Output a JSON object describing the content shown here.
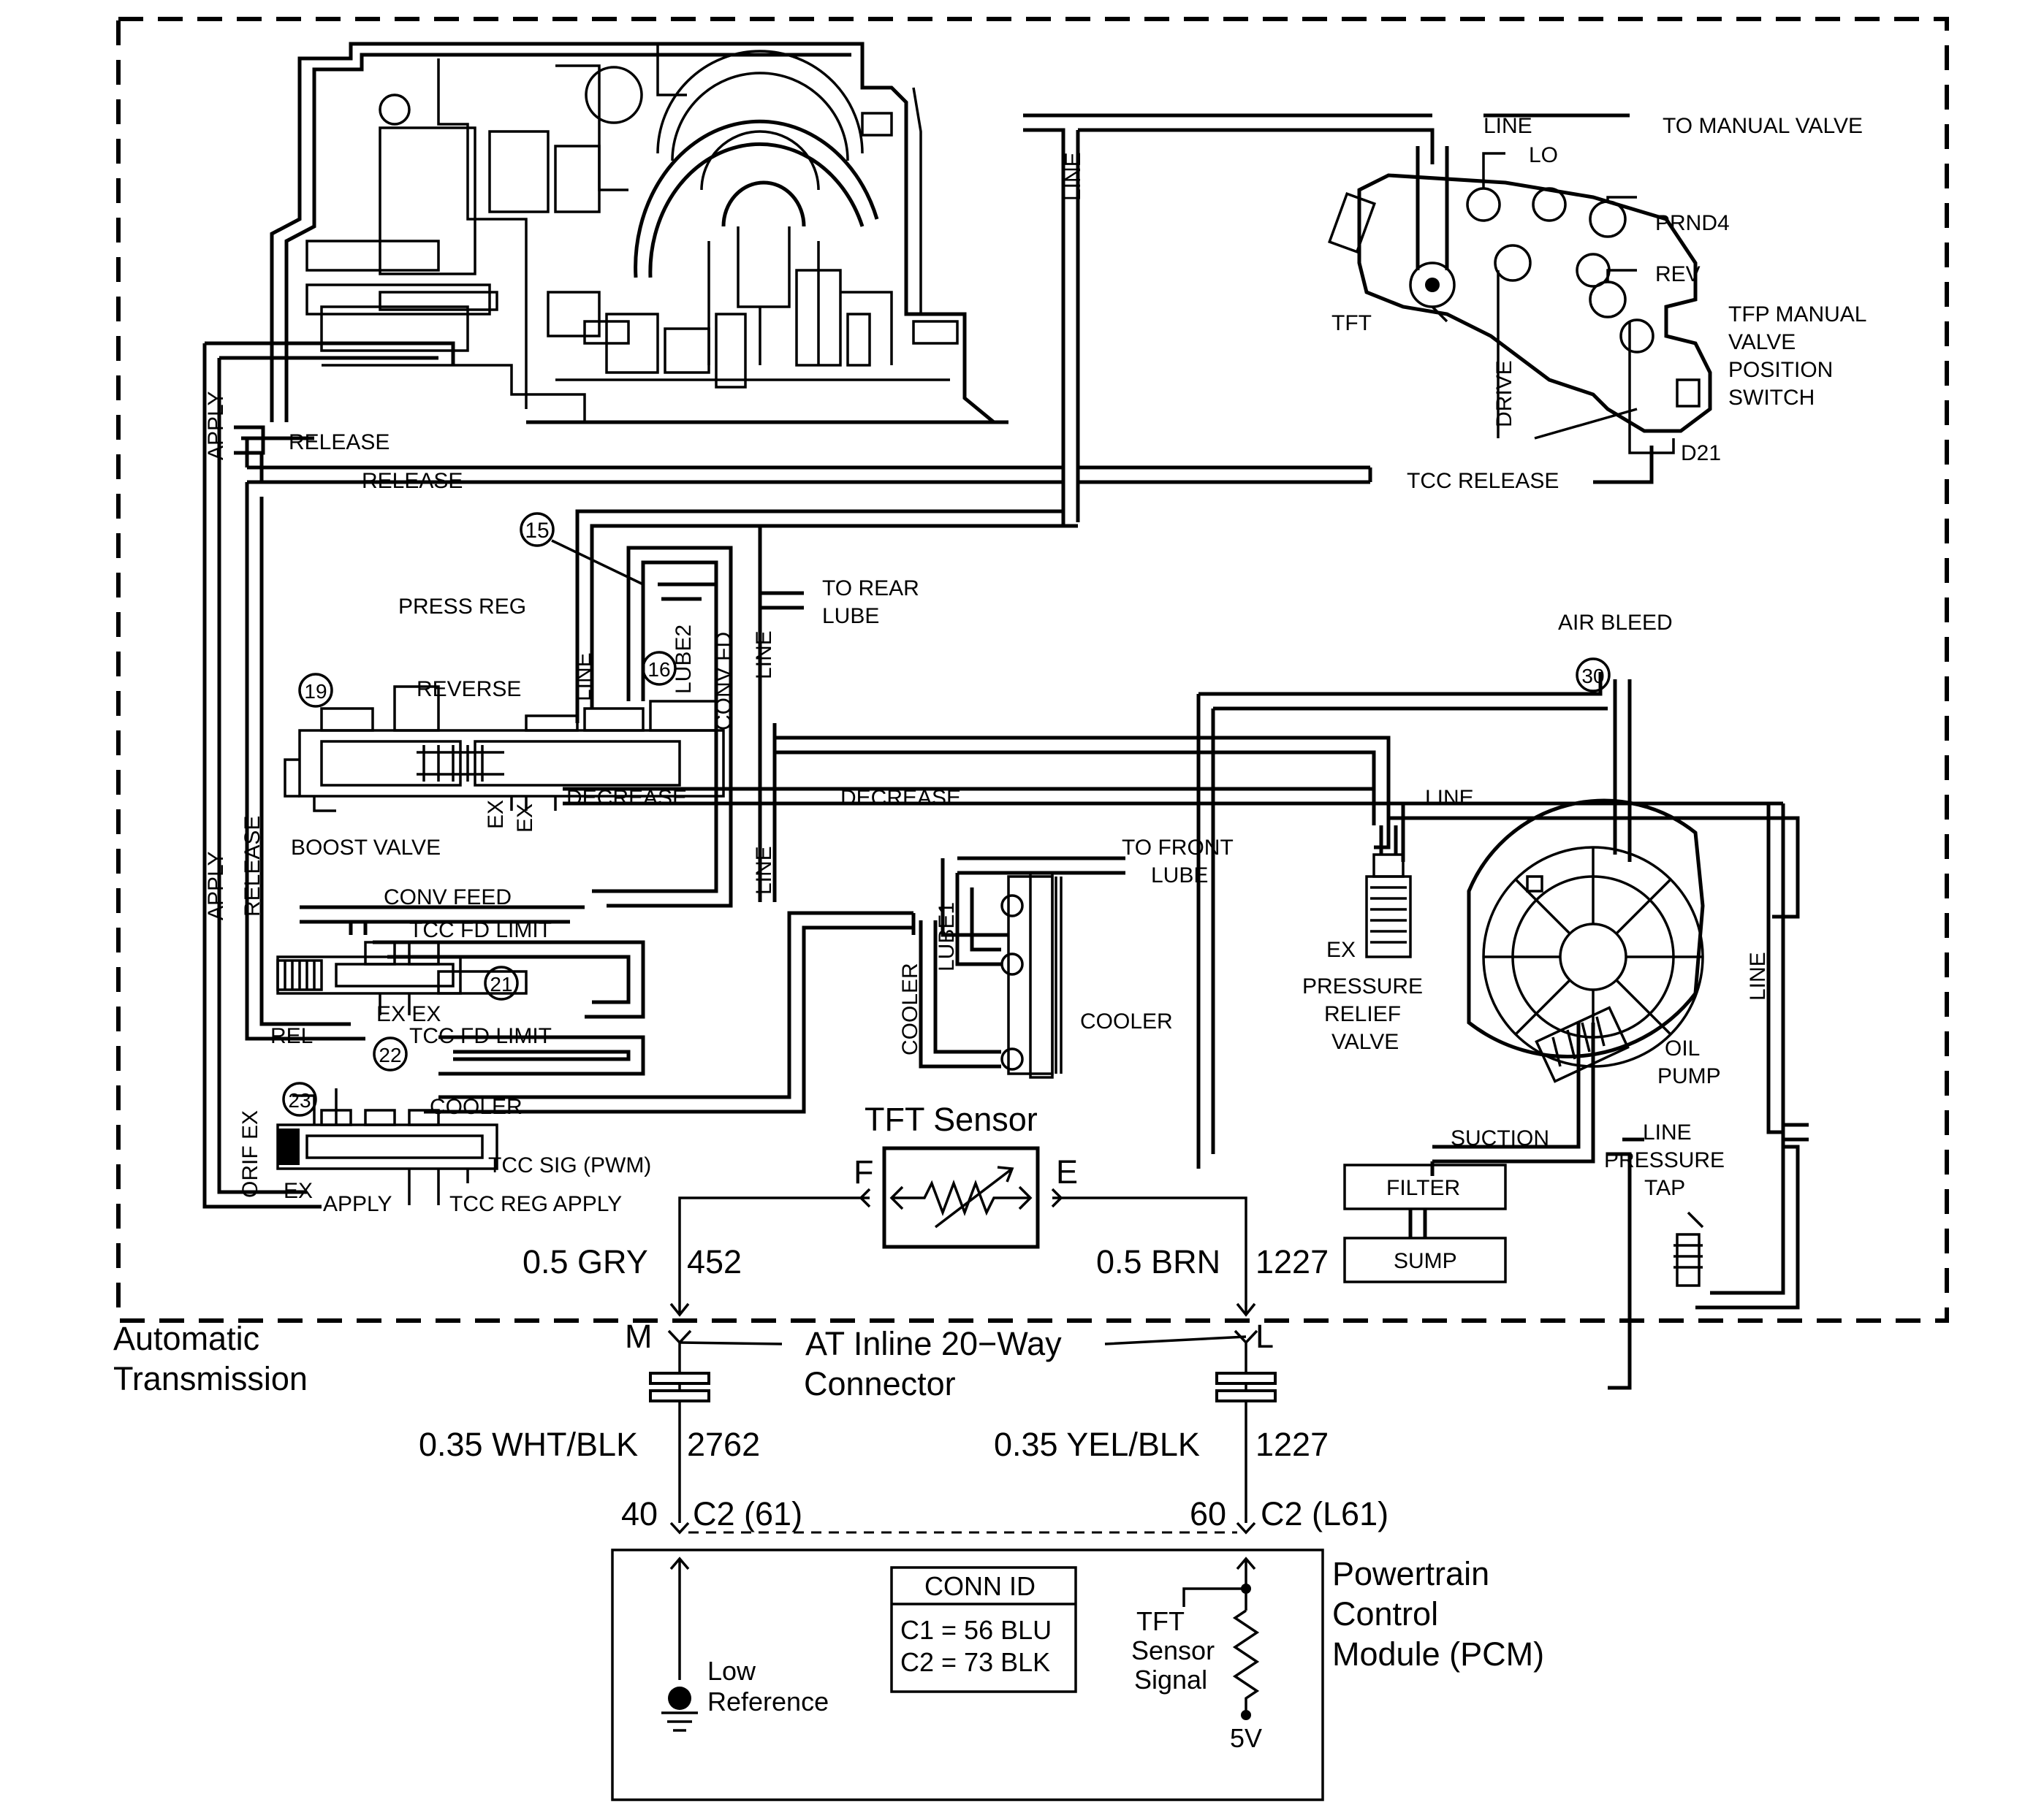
{
  "hydraulic": {
    "line_to_manual": "LINE",
    "to_manual_valve": "TO MANUAL VALVE",
    "line_vertical_top": "LINE",
    "lo": "LO",
    "prnd4": "PRND4",
    "rev": "REV",
    "tft": "TFT",
    "drive": "DRIVE",
    "tfp_switch": [
      "TFP MANUAL",
      "VALVE",
      "POSITION",
      "SWITCH"
    ],
    "d21": "D21",
    "apply_top": "APPLY",
    "release_top": "RELEASE",
    "release_mid": "RELEASE",
    "tcc_release": "TCC RELEASE",
    "to_rear_lube": [
      "TO REAR",
      "LUBE"
    ],
    "press_reg": "PRESS REG",
    "reverse": "REVERSE",
    "line_press_reg": "LINE",
    "lube2": "LUBE2",
    "conv_fd": "CONV FD",
    "line_center": "LINE",
    "line_center_low": "LINE",
    "air_bleed": "AIR BLEED",
    "decrease_left": "DECREASE",
    "decrease_mid": "DECREASE",
    "line_right": "LINE",
    "line_far_right": "LINE",
    "ex": "EX",
    "boost_valve": "BOOST VALVE",
    "apply_left": "APPLY",
    "release_left": "RELEASE",
    "conv_feed": "CONV FEED",
    "tcc_fd_limit_1": "TCC FD LIMIT",
    "tcc_fd_limit_2": "TCC FD LIMIT",
    "ex_ex": "EX EX",
    "rel": "REL",
    "cooler_line": "COOLER",
    "orif_ex": "ORIF EX",
    "tcc_sig": "TCC SIG (PWM)",
    "apply_bottom": "APPLY",
    "tcc_reg_apply": "TCC REG APPLY",
    "to_front_lube": [
      "TO FRONT",
      "LUBE"
    ],
    "lube1": "LUBE1",
    "cooler_vertical": "COOLER",
    "cooler": "COOLER",
    "pressure_relief_valve": [
      "PRESSURE",
      "RELIEF",
      "VALVE"
    ],
    "oil_pump": [
      "OIL",
      "PUMP"
    ],
    "suction": "SUCTION",
    "filter": "FILTER",
    "sump": "SUMP",
    "line_pressure_tap": [
      "LINE",
      "PRESSURE",
      "TAP"
    ],
    "callouts": [
      "15",
      "16",
      "19",
      "21",
      "22",
      "23",
      "30"
    ]
  },
  "electrical": {
    "sensor_title": "TFT Sensor",
    "pin_f": "F",
    "pin_e": "E",
    "wire_left_upper": "0.5 GRY",
    "circuit_left_upper": "452",
    "wire_right_upper": "0.5 BRN",
    "circuit_right_upper": "1227",
    "conn_pin_m": "M",
    "conn_pin_l": "L",
    "connector_name": [
      "AT Inline 20−Way",
      "Connector"
    ],
    "transmission_label": [
      "Automatic",
      "Transmission"
    ],
    "wire_left_lower": "0.35 WHT/BLK",
    "circuit_left_lower": "2762",
    "wire_right_lower": "0.35 YEL/BLK",
    "circuit_right_lower": "1227",
    "pcm_pin_left": "40",
    "pcm_conn_left": "C2 (61)",
    "pcm_pin_right": "60",
    "pcm_conn_right": "C2 (L61)",
    "pcm_label": [
      "Powertrain",
      "Control",
      "Module (PCM)"
    ],
    "conn_id_title": "CONN ID",
    "conn_id_rows": [
      "C1 = 56 BLU",
      "C2 = 73 BLK"
    ],
    "low_reference": [
      "Low",
      "Reference"
    ],
    "tft_sensor_signal": [
      "TFT",
      "Sensor",
      "Signal"
    ],
    "five_volt": "5V"
  }
}
